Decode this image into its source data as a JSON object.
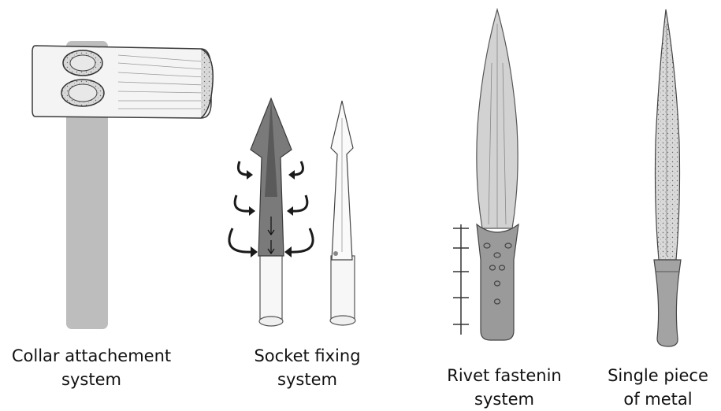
{
  "captions": {
    "collar": [
      "Collar attachement",
      "system"
    ],
    "socket": [
      "Socket fixing",
      "system"
    ],
    "rivet": [
      "Rivet fastenin",
      "system"
    ],
    "single": [
      "Single piece",
      "of metal"
    ]
  },
  "colors": {
    "handle_grey": "#b8b8b8",
    "blade_dark": "#7a7a7a",
    "outline": "#333333",
    "background": "#ffffff"
  }
}
